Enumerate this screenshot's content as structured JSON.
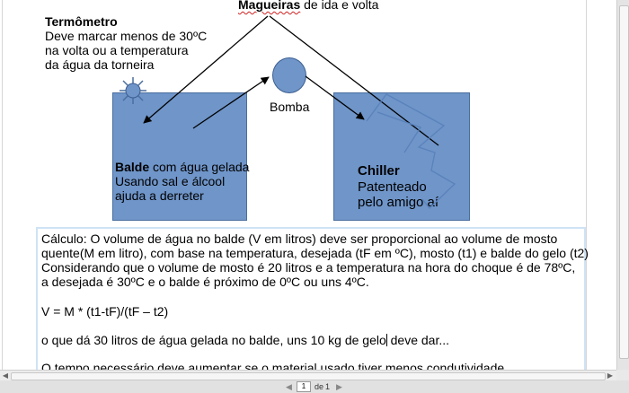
{
  "diagram": {
    "title_bold": "Magueiras",
    "title_rest": " de ida e volta",
    "termometro": {
      "title": "Termômetro",
      "lines": [
        "Deve marcar menos de 30ºC",
        "na volta ou a temperatura",
        "da água da torneira"
      ]
    },
    "bomba_label": "Bomba",
    "balde": {
      "title": "Balde",
      "line1_rest": " com água gelada",
      "lines": [
        "Usando sal e álcool",
        "ajuda a derreter"
      ]
    },
    "chiller": {
      "title": "Chiller",
      "lines": [
        "Patenteado",
        "pelo amigo aí"
      ]
    },
    "colors": {
      "box_fill": "#6f95c9",
      "box_border": "#4a6e9e",
      "arrow": "#000000"
    }
  },
  "calc": {
    "lines": [
      "Cálculo: O volume de água no balde (V em litros) deve ser proporcional ao volume de mosto",
      "quente(M em litro), com base na temperatura, desejada (tF em ºC), mosto (t1) e balde do gelo (t2)",
      "Considerando que o volume de mosto é 20 litros e a temperatura na hora do choque é de 78ºC,",
      "a desejada é 30ºC e o balde é próximo de 0ºC ou uns 4ºC."
    ],
    "formula": "V = M * (t1-tF)/(tF – t2)",
    "result_before": "o que dá 30 litros de água gelada no balde, uns 10 kg de gelo",
    "result_after": " deve dar...",
    "last": "O tempo necessário deve aumentar se o material usado tiver menos condutividade."
  },
  "statusbar": {
    "page_current": "1",
    "page_of": "de",
    "page_total": "1"
  }
}
